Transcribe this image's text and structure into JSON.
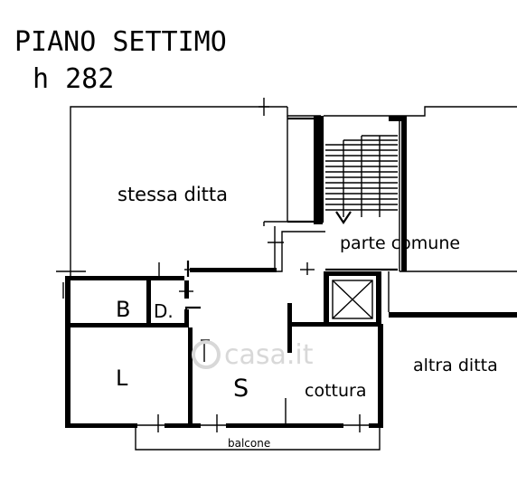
{
  "header": {
    "floor_title": "PIANO SETTIMO",
    "height_label": "h 282"
  },
  "rooms": {
    "same_company": "stessa ditta",
    "common_area": "parte comune",
    "other_company": "altra ditta",
    "bathroom": "B",
    "closet": "D.",
    "bedroom": "L",
    "living": "S",
    "kitchen": "cottura",
    "balcony": "balcone"
  },
  "watermark": {
    "text": "casa.it"
  }
}
